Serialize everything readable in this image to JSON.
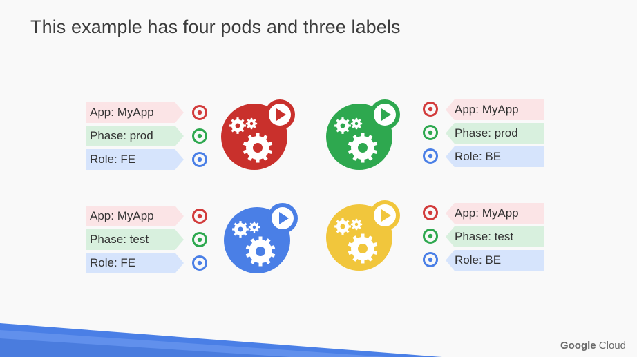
{
  "title": "This example has four pods and three labels",
  "brand": {
    "word1": "Google",
    "word2": "Cloud"
  },
  "colors": {
    "red": "#c9302c",
    "green": "#2ea84f",
    "blue": "#4a7fe6",
    "yellow": "#f1c63c",
    "ring_red": "#d23b3b",
    "ring_green": "#2ea84f",
    "ring_blue": "#4a7fe6"
  },
  "pods": [
    {
      "color": "red",
      "labels": {
        "app": "App: MyApp",
        "phase": "Phase: prod",
        "role": "Role: FE"
      }
    },
    {
      "color": "green",
      "labels": {
        "app": "App: MyApp",
        "phase": "Phase: prod",
        "role": "Role: BE"
      }
    },
    {
      "color": "blue",
      "labels": {
        "app": "App: MyApp",
        "phase": "Phase: test",
        "role": "Role: FE"
      }
    },
    {
      "color": "yellow",
      "labels": {
        "app": "App: MyApp",
        "phase": "Phase: test",
        "role": "Role: BE"
      }
    }
  ]
}
